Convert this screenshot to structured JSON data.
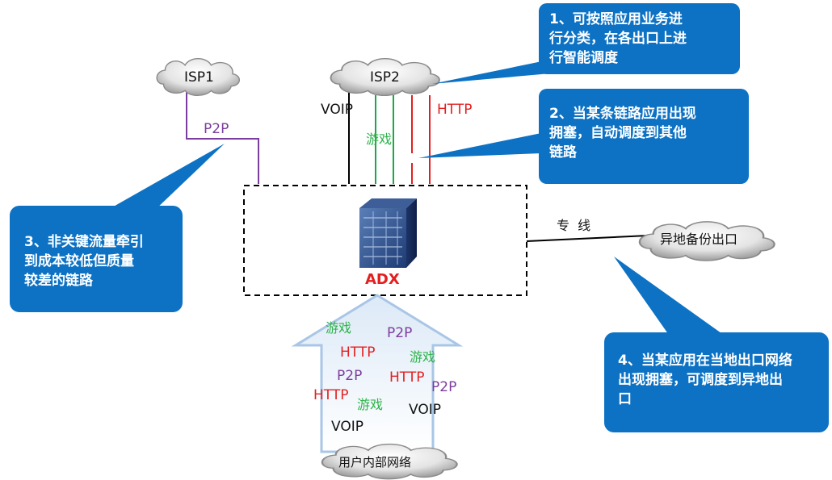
{
  "clouds": {
    "isp1": "ISP1",
    "isp2": "ISP2",
    "backup": "异地备份出口",
    "internal": "用户内部网络"
  },
  "device": {
    "name": "ADX"
  },
  "links": {
    "voip": "VOIP",
    "game": "游戏",
    "http": "HTTP",
    "p2p": "P2P",
    "private_line": "专  线"
  },
  "traffic": [
    {
      "text": "游戏",
      "kind": "green"
    },
    {
      "text": "P2P",
      "kind": "purple"
    },
    {
      "text": "HTTP",
      "kind": "red"
    },
    {
      "text": "游戏",
      "kind": "green"
    },
    {
      "text": "P2P",
      "kind": "purple"
    },
    {
      "text": "HTTP",
      "kind": "red"
    },
    {
      "text": "P2P",
      "kind": "purple"
    },
    {
      "text": "HTTP",
      "kind": "red"
    },
    {
      "text": "游戏",
      "kind": "green"
    },
    {
      "text": "VOIP",
      "kind": "black"
    },
    {
      "text": "VOIP",
      "kind": "black"
    }
  ],
  "callouts": [
    {
      "lines": [
        "1、可按照应用业务进",
        "行分类，在各出口上进",
        "行智能调度"
      ]
    },
    {
      "lines": [
        "2、当某条链路应用出现",
        "拥塞，自动调度到其他",
        "链路"
      ]
    },
    {
      "lines": [
        "3、非关键流量牵引",
        "到成本较低但质量",
        "较差的链路"
      ]
    },
    {
      "lines": [
        "4、当某应用在当地出口网络",
        "出现拥塞，可调度到异地出",
        "口"
      ]
    }
  ],
  "colors": {
    "callout": "#0d72c4",
    "voip": "#000000",
    "game": "#18a84a",
    "http": "#e41f1f",
    "p2p": "#7b3d9d"
  }
}
